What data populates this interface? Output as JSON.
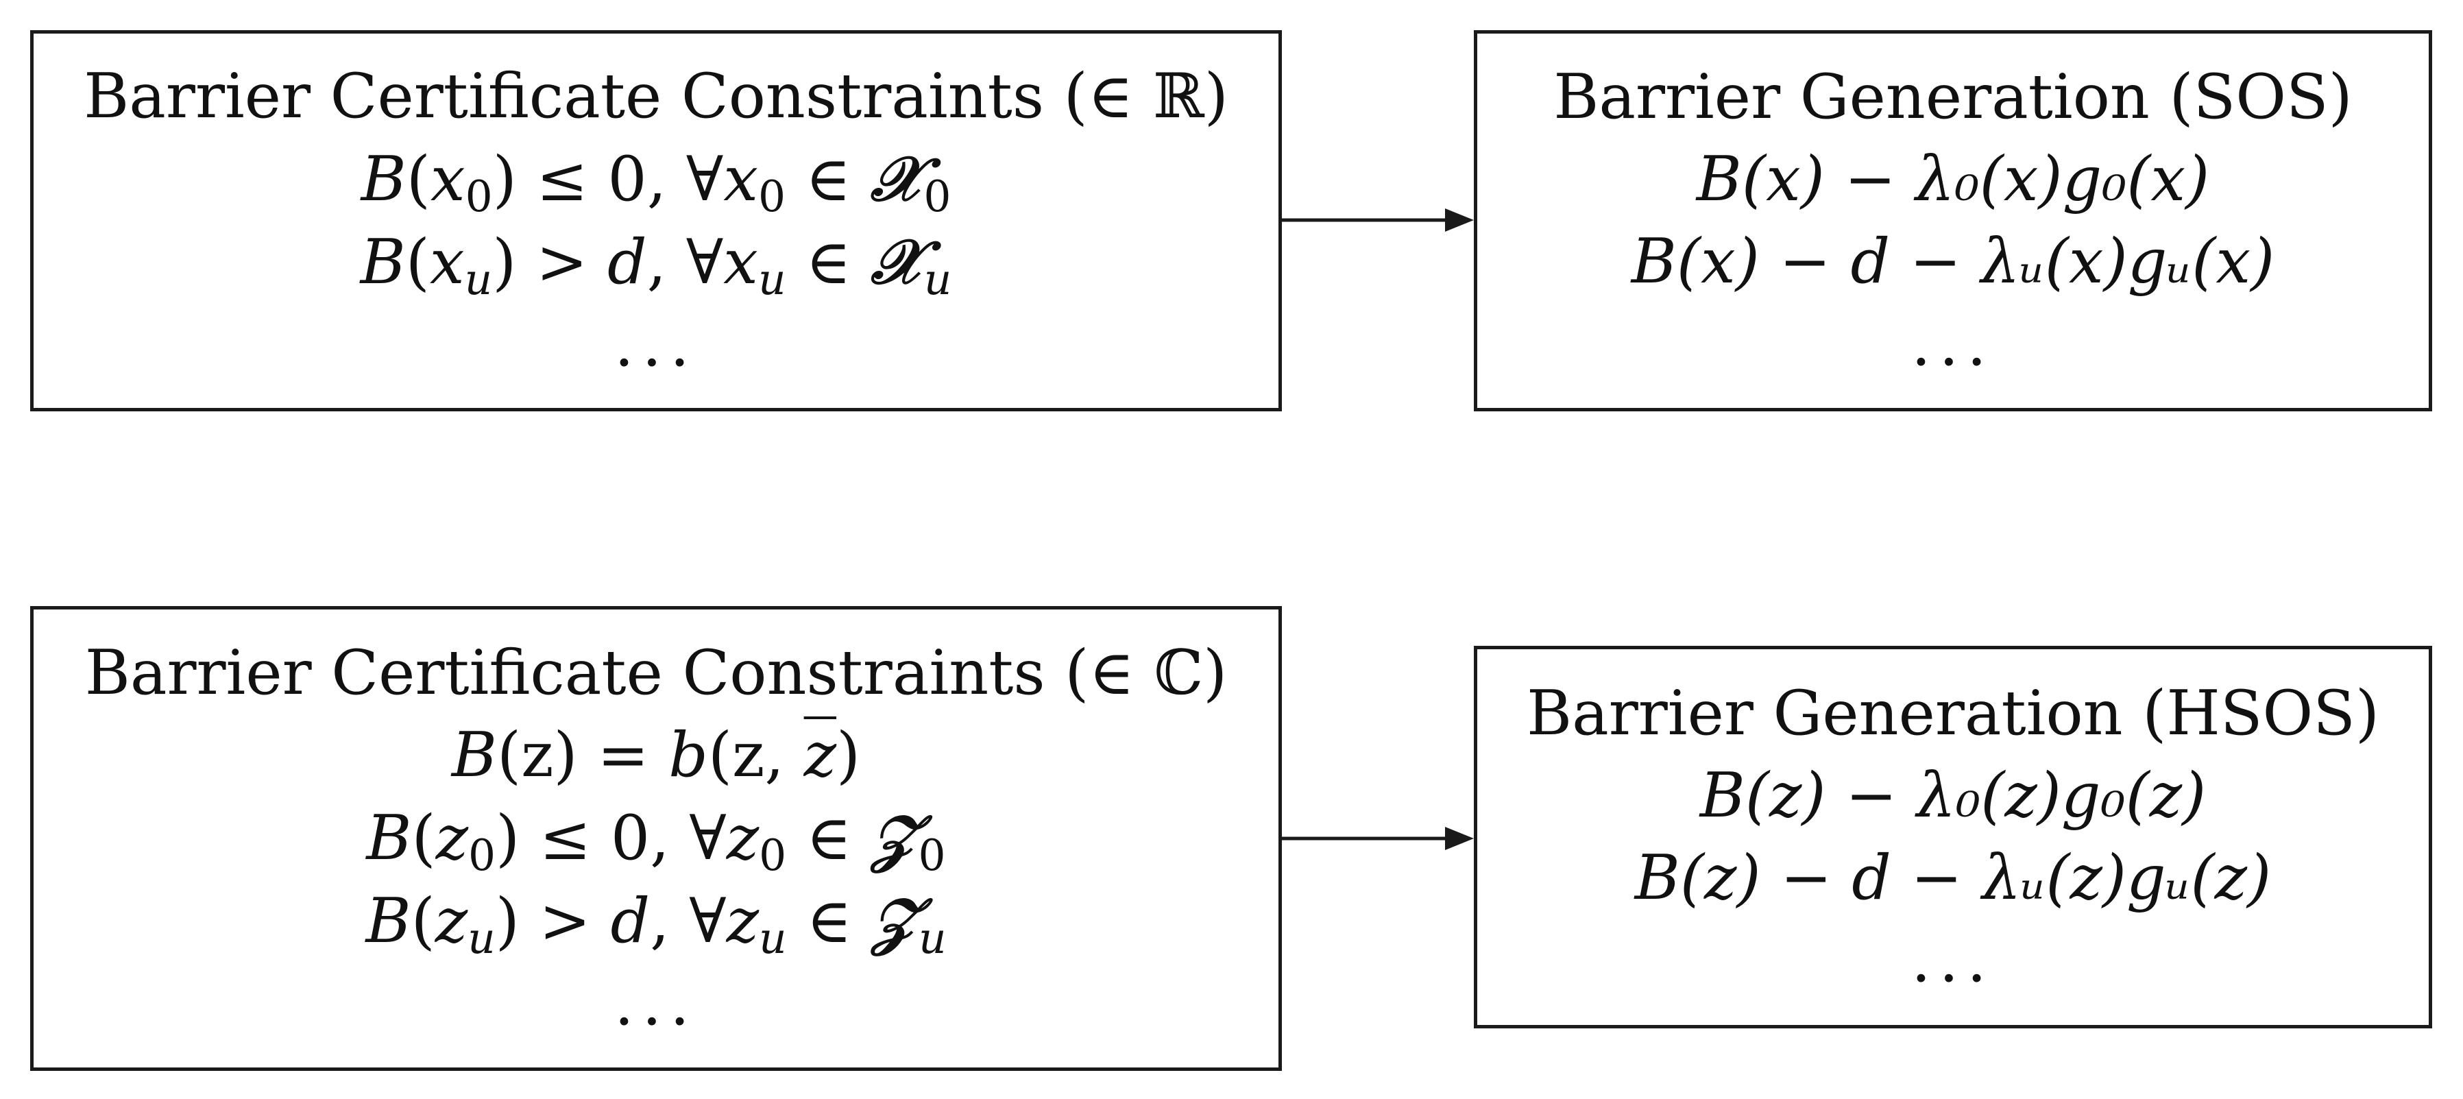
{
  "boxes": {
    "real_constraints": {
      "title": "Barrier Certificate Constraints (∈ ℝ)",
      "line1": {
        "B": "B",
        "open": "(",
        "var": "x",
        "sub": "0",
        "rel": ") ≤ 0, ∀",
        "var2": "x",
        "sub2": "0",
        "in": " ∈ ",
        "set": "𝒳",
        "setsub": "0"
      },
      "line2": {
        "B": "B",
        "open": "(",
        "var": "x",
        "sub": "u",
        "rel": ") > ",
        "d": "d",
        "comma": ", ∀",
        "var2": "x",
        "sub2": "u",
        "in": " ∈ ",
        "set": "𝒳",
        "setsub": "u"
      },
      "dots": "..."
    },
    "real_generation": {
      "title": "Barrier Generation (SOS)",
      "line1": "B(x) − λ₀(x)g₀(x)",
      "line2": "B(x) − d − λᵤ(x)gᵤ(x)",
      "dots": "..."
    },
    "complex_constraints": {
      "title": "Barrier Certificate Constraints (∈ ℂ)",
      "line0": {
        "B": "B",
        "lhs": "(z) = ",
        "b": "b",
        "args_open": "(z, ",
        "zbar": "z",
        "args_close": ")"
      },
      "line1": {
        "B": "B",
        "open": "(",
        "var": "z",
        "sub": "0",
        "rel": ") ≤ 0, ∀",
        "var2": "z",
        "sub2": "0",
        "in": " ∈ ",
        "set": "𝒵",
        "setsub": "0"
      },
      "line2": {
        "B": "B",
        "open": "(",
        "var": "z",
        "sub": "u",
        "rel": ") > ",
        "d": "d",
        "comma": ", ∀",
        "var2": "z",
        "sub2": "u",
        "in": " ∈ ",
        "set": "𝒵",
        "setsub": "u"
      },
      "dots": "..."
    },
    "complex_generation": {
      "title": "Barrier Generation (HSOS)",
      "line1": "B(z) − λ₀(z)g₀(z)",
      "line2": "B(z) − d − λᵤ(z)gᵤ(z)",
      "dots": "..."
    }
  }
}
